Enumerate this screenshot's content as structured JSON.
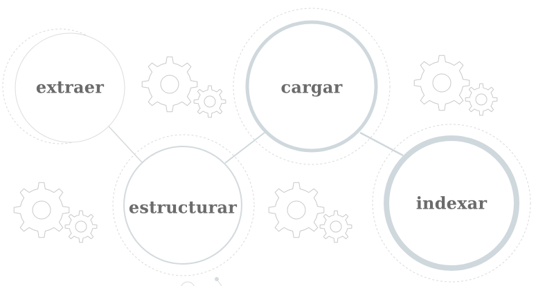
{
  "diagram": {
    "nodes": [
      {
        "id": "extraer",
        "label": "extraer",
        "highlight": false
      },
      {
        "id": "estructurar",
        "label": "estructurar",
        "highlight": false
      },
      {
        "id": "cargar",
        "label": "cargar",
        "highlight": true
      },
      {
        "id": "indexar",
        "label": "indexar",
        "highlight": true
      }
    ],
    "edges": [
      [
        "extraer",
        "estructurar"
      ],
      [
        "estructurar",
        "cargar"
      ],
      [
        "cargar",
        "indexar"
      ]
    ],
    "decorations": [
      "gear-icon",
      "gear-icon",
      "gear-icon",
      "gear-icon"
    ]
  },
  "colors": {
    "text": "#6b6b6b",
    "ring_light": "#d6dadc",
    "ring_accent": "#cfd8dd",
    "gear_stroke": "#c8c8c8",
    "dashed": "#d9d9d9",
    "connector": "#d2d8db"
  }
}
